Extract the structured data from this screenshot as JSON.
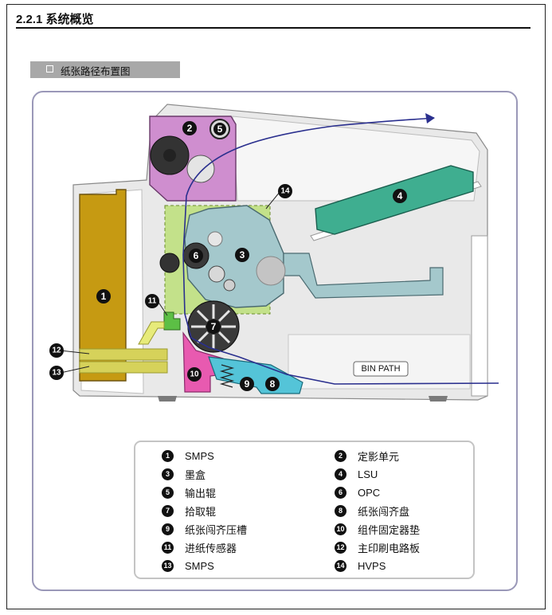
{
  "header": {
    "section_title": "2.2.1 系统概览"
  },
  "figure": {
    "caption": "纸张路径布置图",
    "bin_path_label": "BIN PATH",
    "markers": [
      "1",
      "2",
      "3",
      "4",
      "5",
      "6",
      "7",
      "8",
      "9",
      "10",
      "11",
      "12",
      "13",
      "14"
    ],
    "colors": {
      "smps": "#c69a12",
      "fuser": "#cf8ecf",
      "cartridge": "#a4c8cc",
      "lsu": "#3fae90",
      "hvps": "#b6de6a",
      "pickup_bracket": "#54c4d8",
      "frame_pad": "#e85ab0",
      "paper_path": "#2a2f8e"
    }
  },
  "legend": {
    "items": [
      {
        "num": "1",
        "label": "SMPS"
      },
      {
        "num": "2",
        "label": "定影单元"
      },
      {
        "num": "3",
        "label": "墨盒"
      },
      {
        "num": "4",
        "label": "LSU"
      },
      {
        "num": "5",
        "label": "输出辊"
      },
      {
        "num": "6",
        "label": "OPC"
      },
      {
        "num": "7",
        "label": "拾取辊"
      },
      {
        "num": "8",
        "label": "纸张闯齐盘"
      },
      {
        "num": "9",
        "label": "纸张闯齐压槽"
      },
      {
        "num": "10",
        "label": "组件固定器垫"
      },
      {
        "num": "11",
        "label": "进纸传感器"
      },
      {
        "num": "12",
        "label": "主印刷电路板"
      },
      {
        "num": "13",
        "label": "SMPS"
      },
      {
        "num": "14",
        "label": "HVPS"
      }
    ]
  }
}
